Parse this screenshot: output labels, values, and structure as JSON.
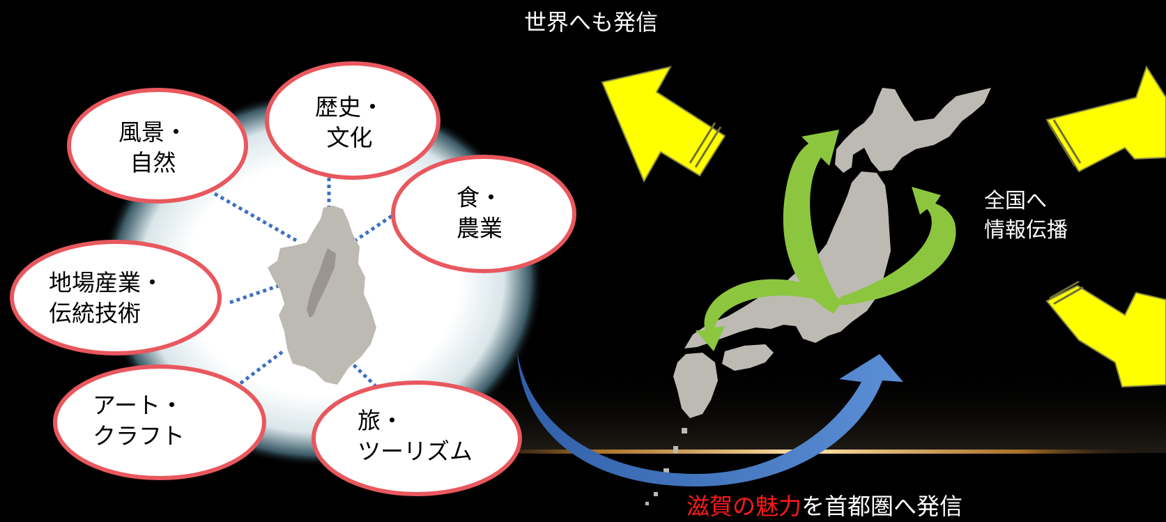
{
  "title_top": "世界へも発信",
  "nation": {
    "line1": "全国へ",
    "line2": "情報伝播"
  },
  "caption": {
    "highlight": "滋賀の魅力",
    "rest": "を首都圏へ発信"
  },
  "themes": {
    "fukei": {
      "line1": "風景・",
      "line2": "自然"
    },
    "rekishi": {
      "line1": "歴史・",
      "line2": "文化"
    },
    "shoku": {
      "line1": "食・",
      "line2": "農業"
    },
    "jiba": {
      "line1": "地場産業・",
      "line2": "伝統技術"
    },
    "art": {
      "line1": "アート・",
      "line2": "クラフト"
    },
    "tabi": {
      "line1": "旅・",
      "line2": "ツーリズム"
    }
  },
  "colors": {
    "ellipse_border": "#e8585e",
    "connector": "#3d6fc2",
    "map_fill": "#bdbab4",
    "arrow_yellow": "#ffff00",
    "arrow_green": "#8cc63f",
    "arrow_blue": "#4a7fc9",
    "highlight_red": "#ff1a1a",
    "glow_gold": "#e6a84a"
  }
}
